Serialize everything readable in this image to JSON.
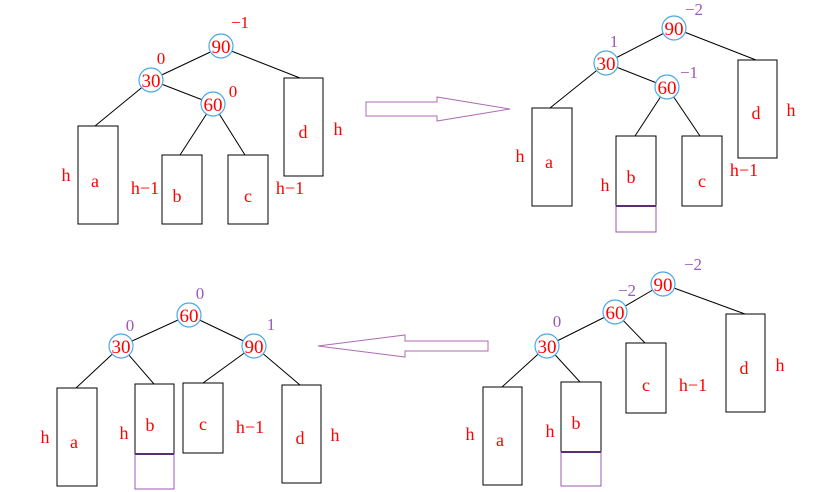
{
  "colors": {
    "text": "#ff0000",
    "ring": "#4aa8e8",
    "arrow": "#b06ab3",
    "accent": "#9b59b6"
  },
  "panels": [
    {
      "nodes": [
        {
          "value": "90",
          "bf": "−1"
        },
        {
          "value": "30",
          "bf": "0"
        },
        {
          "value": "60",
          "bf": "0"
        }
      ],
      "subtrees": [
        {
          "name": "a",
          "height": "h"
        },
        {
          "name": "b",
          "height": "h−1"
        },
        {
          "name": "c",
          "height": "h−1"
        },
        {
          "name": "d",
          "height": "h"
        }
      ]
    },
    {
      "nodes": [
        {
          "value": "90",
          "bf": "−2"
        },
        {
          "value": "30",
          "bf": "1"
        },
        {
          "value": "60",
          "bf": "−1"
        }
      ],
      "subtrees": [
        {
          "name": "a",
          "height": "h"
        },
        {
          "name": "b",
          "height": "h"
        },
        {
          "name": "c",
          "height": "h−1"
        },
        {
          "name": "d",
          "height": "h"
        }
      ]
    },
    {
      "nodes": [
        {
          "value": "90",
          "bf": "−2"
        },
        {
          "value": "60",
          "bf": "−2"
        },
        {
          "value": "30",
          "bf": "0"
        }
      ],
      "subtrees": [
        {
          "name": "a",
          "height": "h"
        },
        {
          "name": "b",
          "height": "h"
        },
        {
          "name": "c",
          "height": "h−1"
        },
        {
          "name": "d",
          "height": "h"
        }
      ]
    },
    {
      "nodes": [
        {
          "value": "60",
          "bf": "0"
        },
        {
          "value": "30",
          "bf": "0"
        },
        {
          "value": "90",
          "bf": "1"
        }
      ],
      "subtrees": [
        {
          "name": "a",
          "height": "h"
        },
        {
          "name": "b",
          "height": "h"
        },
        {
          "name": "c",
          "height": "h−1"
        },
        {
          "name": "d",
          "height": "h"
        }
      ]
    }
  ]
}
